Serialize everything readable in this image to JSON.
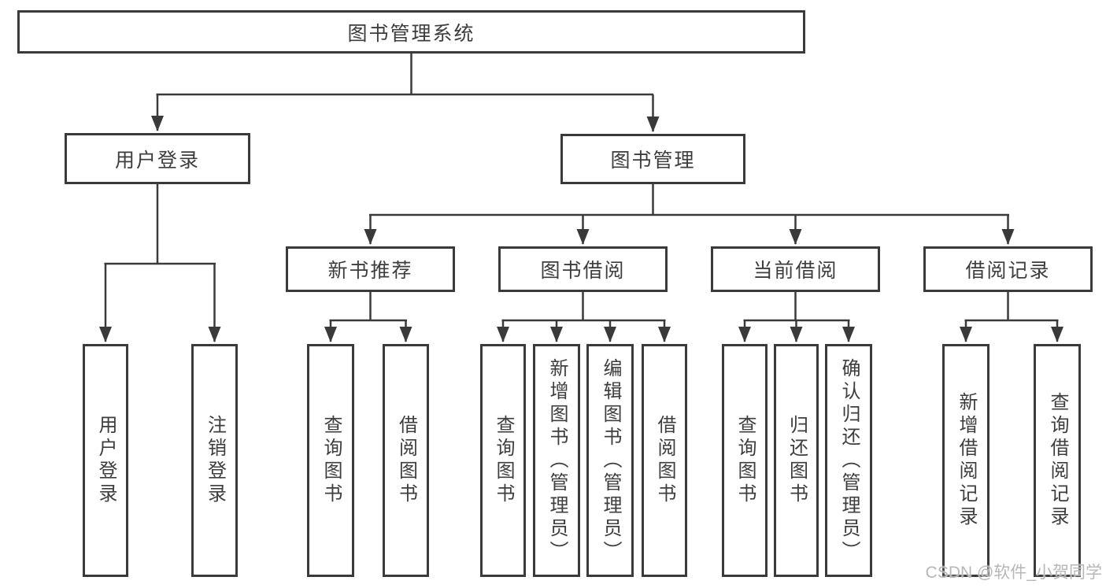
{
  "diagram": {
    "root": "图书管理系统",
    "level2": {
      "user_login": "用户登录",
      "book_management": "图书管理"
    },
    "user_login_children": [
      "用户登录",
      "注销登录"
    ],
    "modules": [
      {
        "label": "新书推荐",
        "children": [
          "查询图书",
          "借阅图书"
        ]
      },
      {
        "label": "图书借阅",
        "children": [
          "查询图书",
          "新增图书（管理员）",
          "编辑图书（管理员）",
          "借阅图书"
        ]
      },
      {
        "label": "当前借阅",
        "children": [
          "查询图书",
          "归还图书",
          "确认归还（管理员）"
        ]
      },
      {
        "label": "借阅记录",
        "children": [
          "新增借阅记录",
          "查询借阅记录"
        ]
      }
    ]
  },
  "watermark": "CSDN @软件_小贺同学",
  "colors": {
    "line": "#3a3a3a",
    "text": "#3d3d3d",
    "watermark": "#b7b7b7",
    "background": "#ffffff"
  }
}
